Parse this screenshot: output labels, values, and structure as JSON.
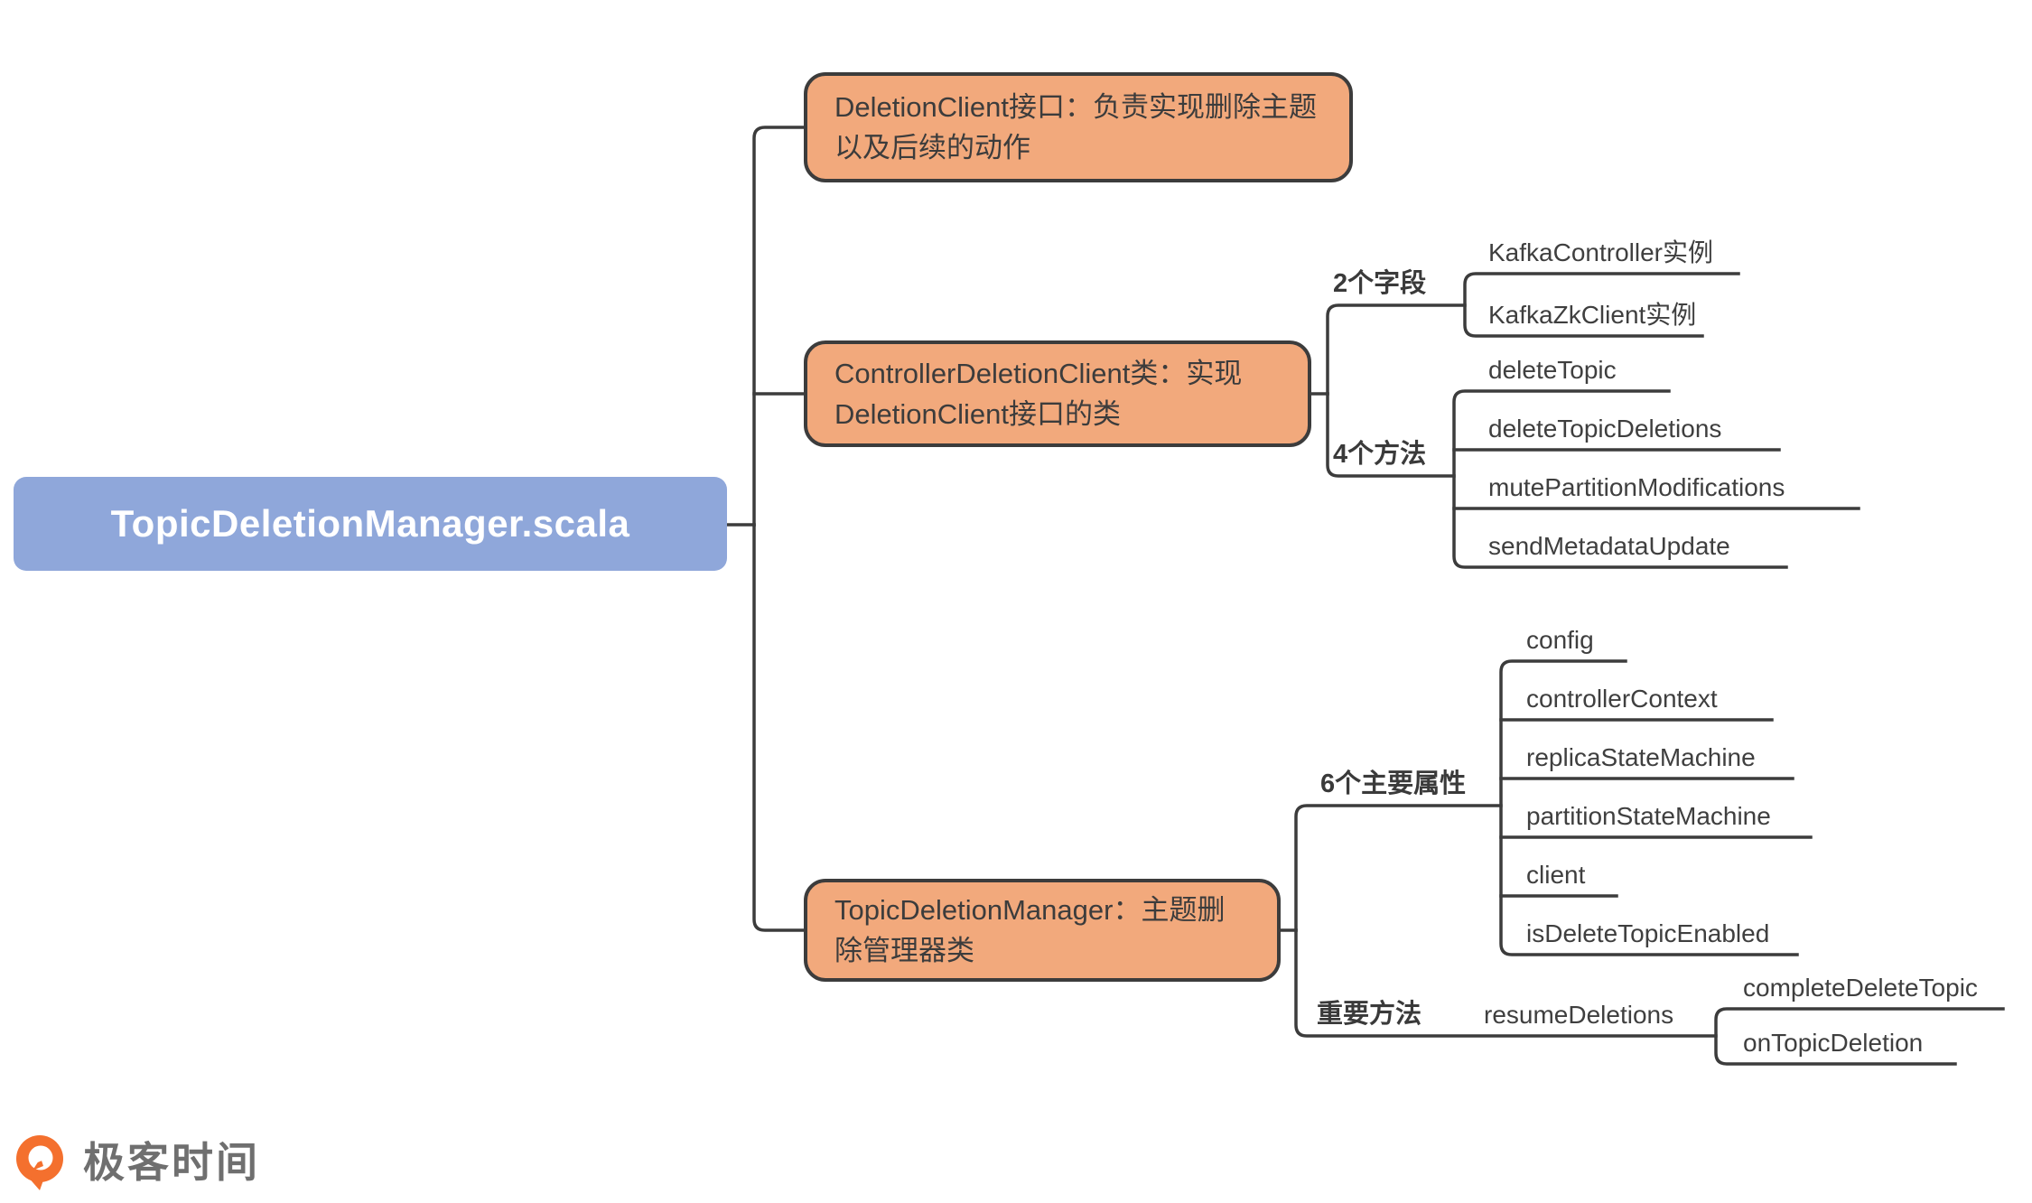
{
  "root": {
    "label": "TopicDeletionManager.scala"
  },
  "branches": [
    {
      "id": "deletion-client-interface",
      "label": "DeletionClient接口：负责实现删除主题以及后续的动作",
      "children": []
    },
    {
      "id": "controller-deletion-client-class",
      "label": "ControllerDeletionClient类：实现DeletionClient接口的类",
      "children": [
        {
          "label": "2个字段",
          "children": [
            "KafkaController实例",
            "KafkaZkClient实例"
          ]
        },
        {
          "label": "4个方法",
          "children": [
            "deleteTopic",
            "deleteTopicDeletions",
            "mutePartitionModifications",
            "sendMetadataUpdate"
          ]
        }
      ]
    },
    {
      "id": "topic-deletion-manager-class",
      "label": "TopicDeletionManager：主题删除管理器类",
      "children": [
        {
          "label": "6个主要属性",
          "children": [
            "config",
            "controllerContext",
            "replicaStateMachine",
            "partitionStateMachine",
            "client",
            "isDeleteTopicEnabled"
          ]
        },
        {
          "label": "重要方法",
          "children": [
            {
              "label": "resumeDeletions",
              "children": [
                "completeDeleteTopic",
                "onTopicDeletion"
              ]
            }
          ]
        }
      ]
    }
  ],
  "footer": {
    "logo_text": "极客时间"
  },
  "colors": {
    "topic_fill": "#F2A97C",
    "topic_border": "#3C3C3C",
    "root_fill": "#8FA7DA",
    "line": "#3C3C3C",
    "leaf_text": "#3F3F3F",
    "logo_orange": "#F4702E",
    "logo_text": "#6F6F6F"
  }
}
